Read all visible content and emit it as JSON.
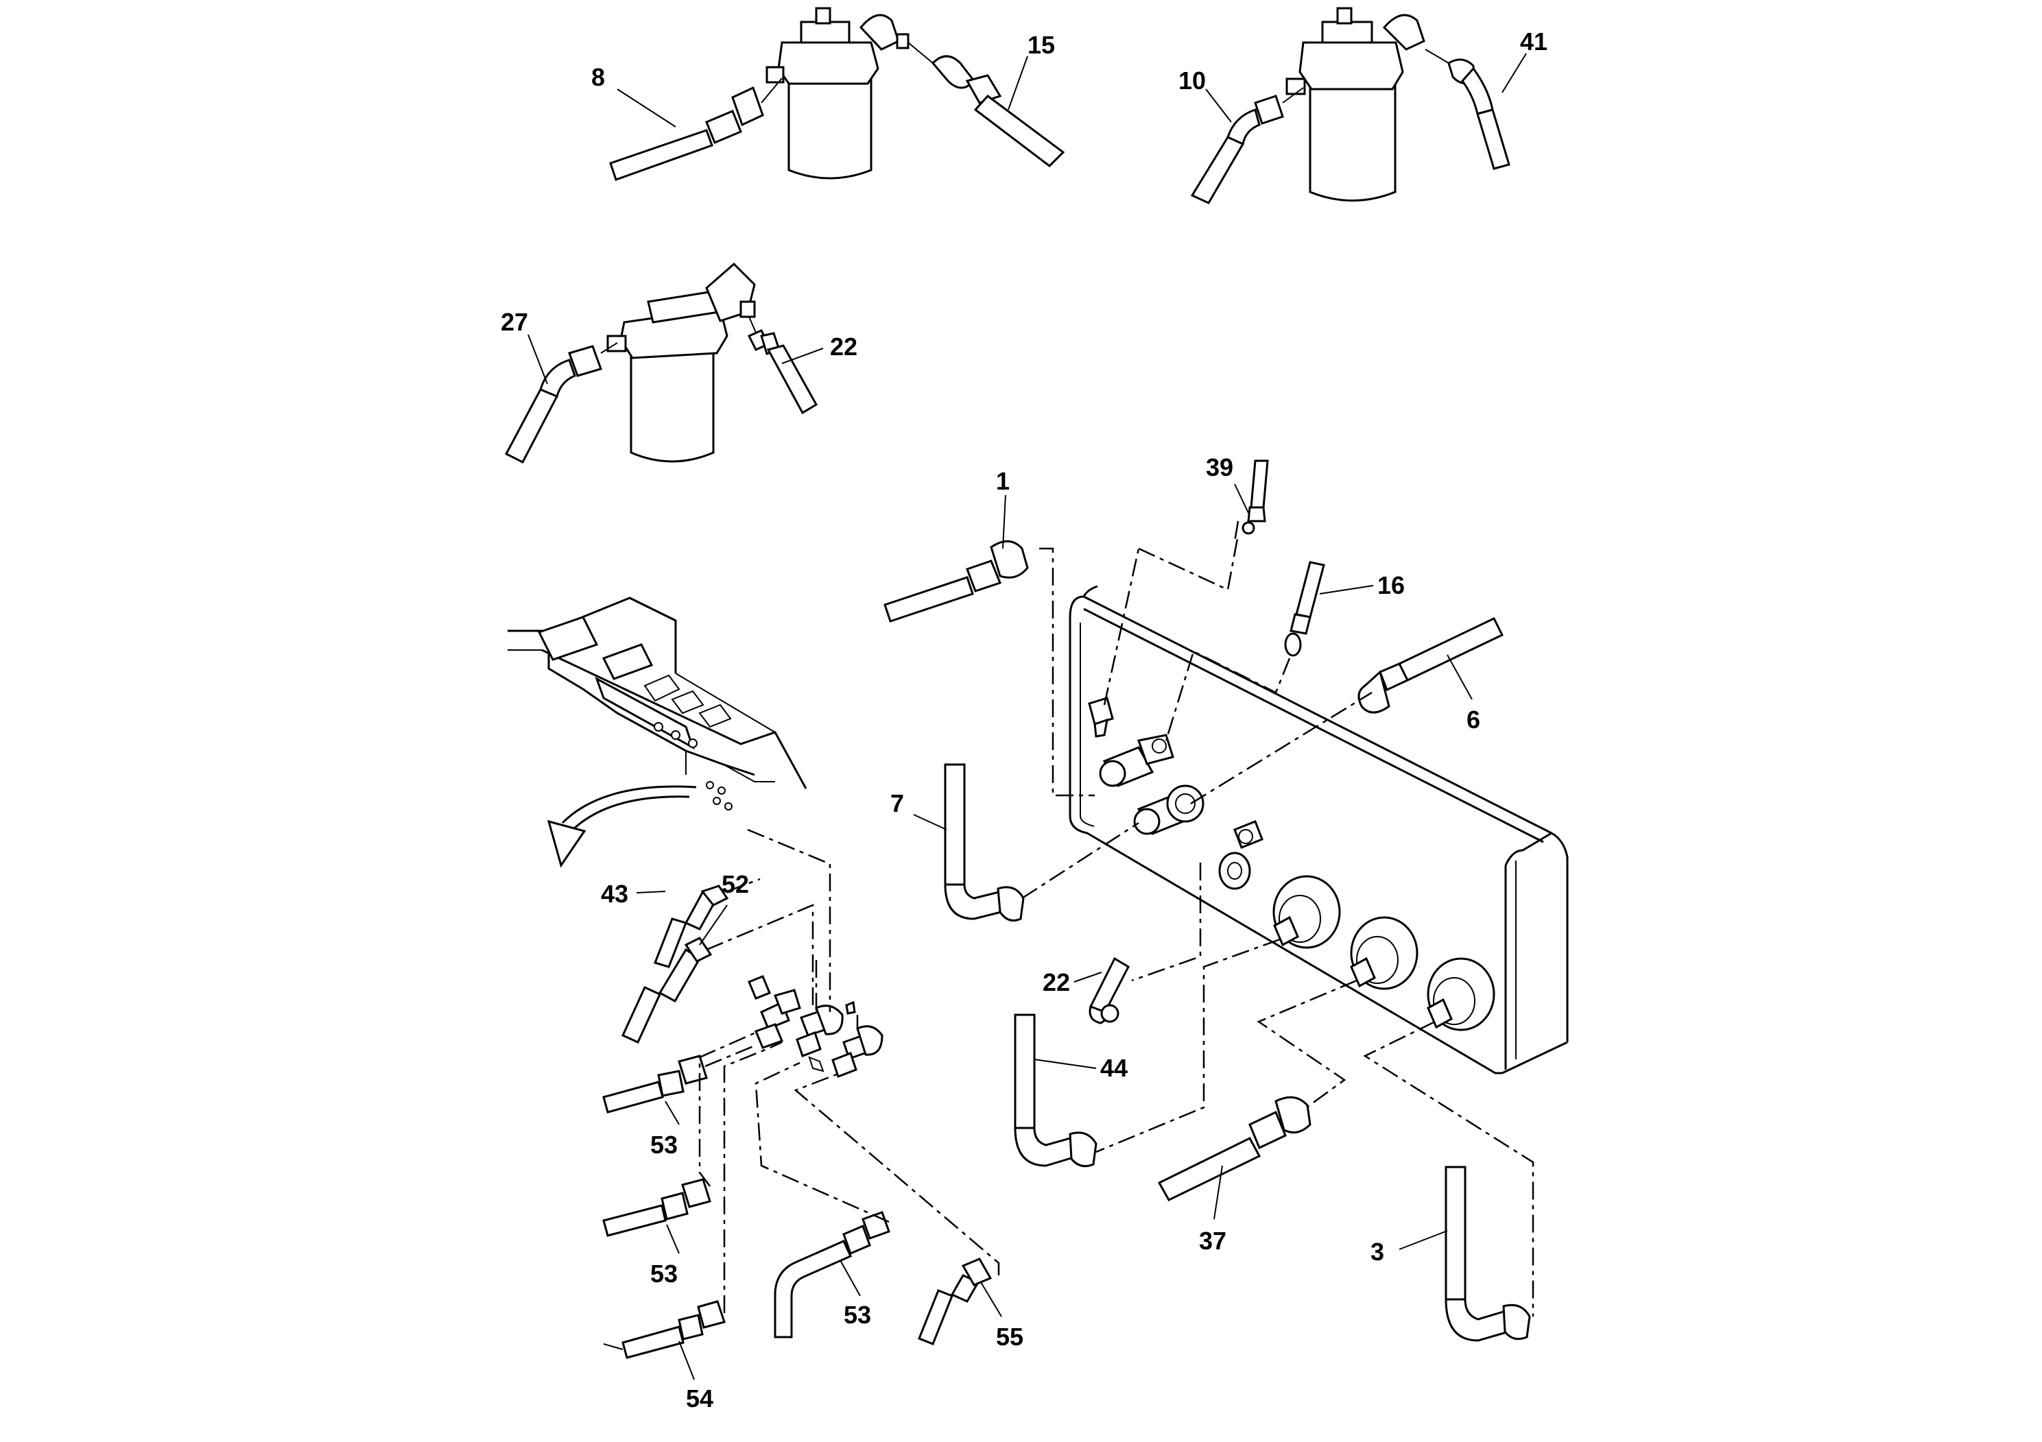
{
  "callouts": {
    "c8": "8",
    "c15": "15",
    "c10": "10",
    "c41": "41",
    "c27": "27",
    "c22a": "22",
    "c1": "1",
    "c39": "39",
    "c16": "16",
    "c6": "6",
    "c7": "7",
    "c22b": "22",
    "c44": "44",
    "c37": "37",
    "c3": "3",
    "c43": "43",
    "c52": "52",
    "c53a": "53",
    "c53b": "53",
    "c53c": "53",
    "c54": "54",
    "c55": "55"
  },
  "icons": {
    "filter": "oil-filter-assembly-icon",
    "hose": "hydraulic-hose-icon",
    "block": "valve-block-icon",
    "arrow": "curved-arrow-icon"
  }
}
